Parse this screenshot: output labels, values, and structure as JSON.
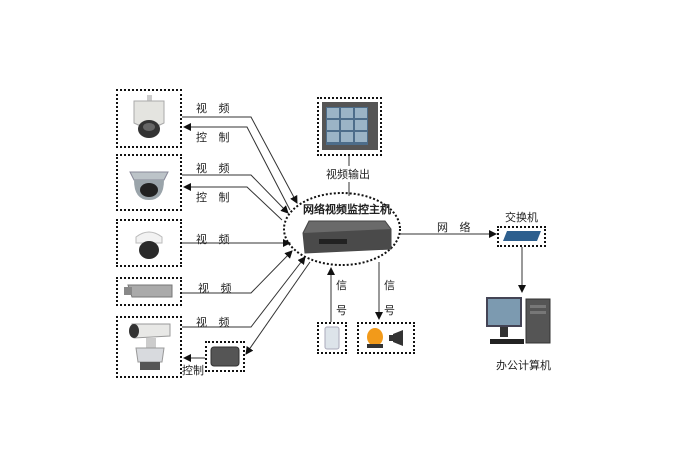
{
  "diagram": {
    "hub": {
      "label": "网络视频监控主机"
    },
    "monitor": {
      "link_label": "视频输出"
    },
    "cameras": [
      {
        "name": "speed-dome",
        "video_label": "视 频",
        "control_label": "控 制"
      },
      {
        "name": "dome",
        "video_label": "视 频",
        "control_label": "控 制"
      },
      {
        "name": "mini-dome",
        "video_label": "视 频"
      },
      {
        "name": "box-camera",
        "video_label": "视 频"
      },
      {
        "name": "ptz-camera",
        "video_label": "视 频",
        "control_label": "控制"
      }
    ],
    "sensor": {
      "link_label_1": "信",
      "link_label_2": "号"
    },
    "alarm": {
      "link_label_1": "信",
      "link_label_2": "号"
    },
    "network": {
      "link_label": "网 络"
    },
    "switch": {
      "label": "交换机"
    },
    "office_pc": {
      "label": "办公计算机"
    }
  }
}
